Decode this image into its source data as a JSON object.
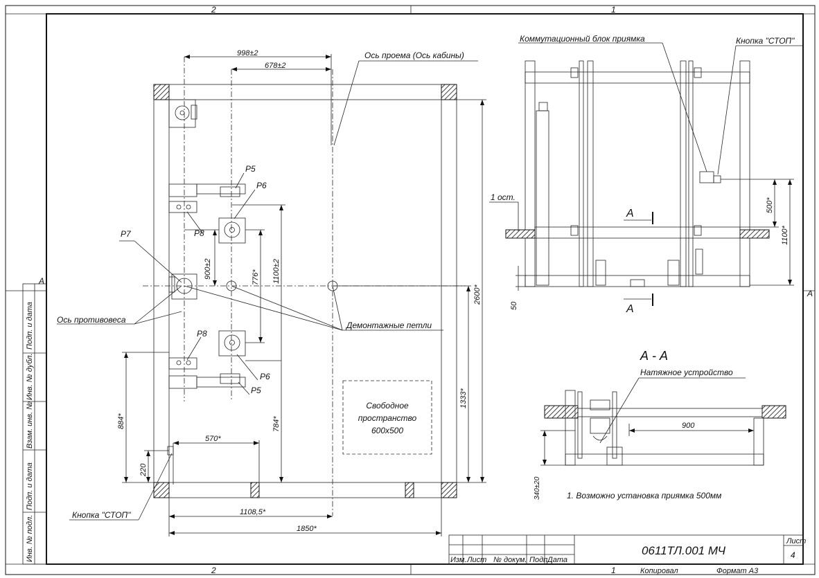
{
  "sheet": {
    "zone_top_left": "2",
    "zone_top_right": "1",
    "zone_bottom_left": "2",
    "zone_bottom_right": "1",
    "zone_side_left": "A",
    "zone_side_right": "A"
  },
  "side_stamp": {
    "cells": [
      "Подп. и дата",
      "Инв. № дубл.",
      "Взам. инв. №",
      "Подп. и дата",
      "Инв. № подл."
    ]
  },
  "plan": {
    "dim_998": "998±2",
    "dim_678": "678±2",
    "dim_2600": "2600*",
    "dim_900": "900±2",
    "dim_776": "776*",
    "dim_1100": "1100±2",
    "dim_884": "884*",
    "dim_220": "220",
    "dim_784": "784*",
    "dim_1333": "1333*",
    "dim_570": "570*",
    "dim_1108": "1108,5*",
    "dim_1850": "1850*",
    "label_axis_opening": "Ось проема (Ось кабины)",
    "label_counterweight_axis": "Ось противовеса",
    "label_mount_loops": "Демонтажные петли",
    "label_stop_button": "Кнопка \"СТОП\"",
    "free_space_1": "Свободное",
    "free_space_2": "пространство",
    "free_space_3": "600х500",
    "p5_top": "Р5",
    "p6_top": "Р6",
    "p8_top": "Р8",
    "p7": "Р7",
    "p8_bottom": "Р8",
    "p6_bottom": "Р6",
    "p5_bottom": "Р5"
  },
  "elevation": {
    "label_switch_block": "Коммутационный блок приямка",
    "label_stop_button": "Кнопка \"СТОП\"",
    "label_1_ost": "1 ост.",
    "section_mark": "А",
    "dim_500": "500*",
    "dim_1100": "1100*",
    "dim_50": "50"
  },
  "section": {
    "title": "А - А",
    "label_tensioner": "Натяжное устройство",
    "dim_900": "900",
    "dim_340": "340±20",
    "note": "1. Возможно установка приямка 500мм"
  },
  "title_block": {
    "headers": [
      "Изм.",
      "Лист",
      "№ докум.",
      "Подп.",
      "Дата"
    ],
    "designation": "0611ТЛ.001 МЧ",
    "sheet_label": "Лист",
    "sheet_no": "4",
    "copied": "Копировал",
    "format": "Формат А3"
  }
}
